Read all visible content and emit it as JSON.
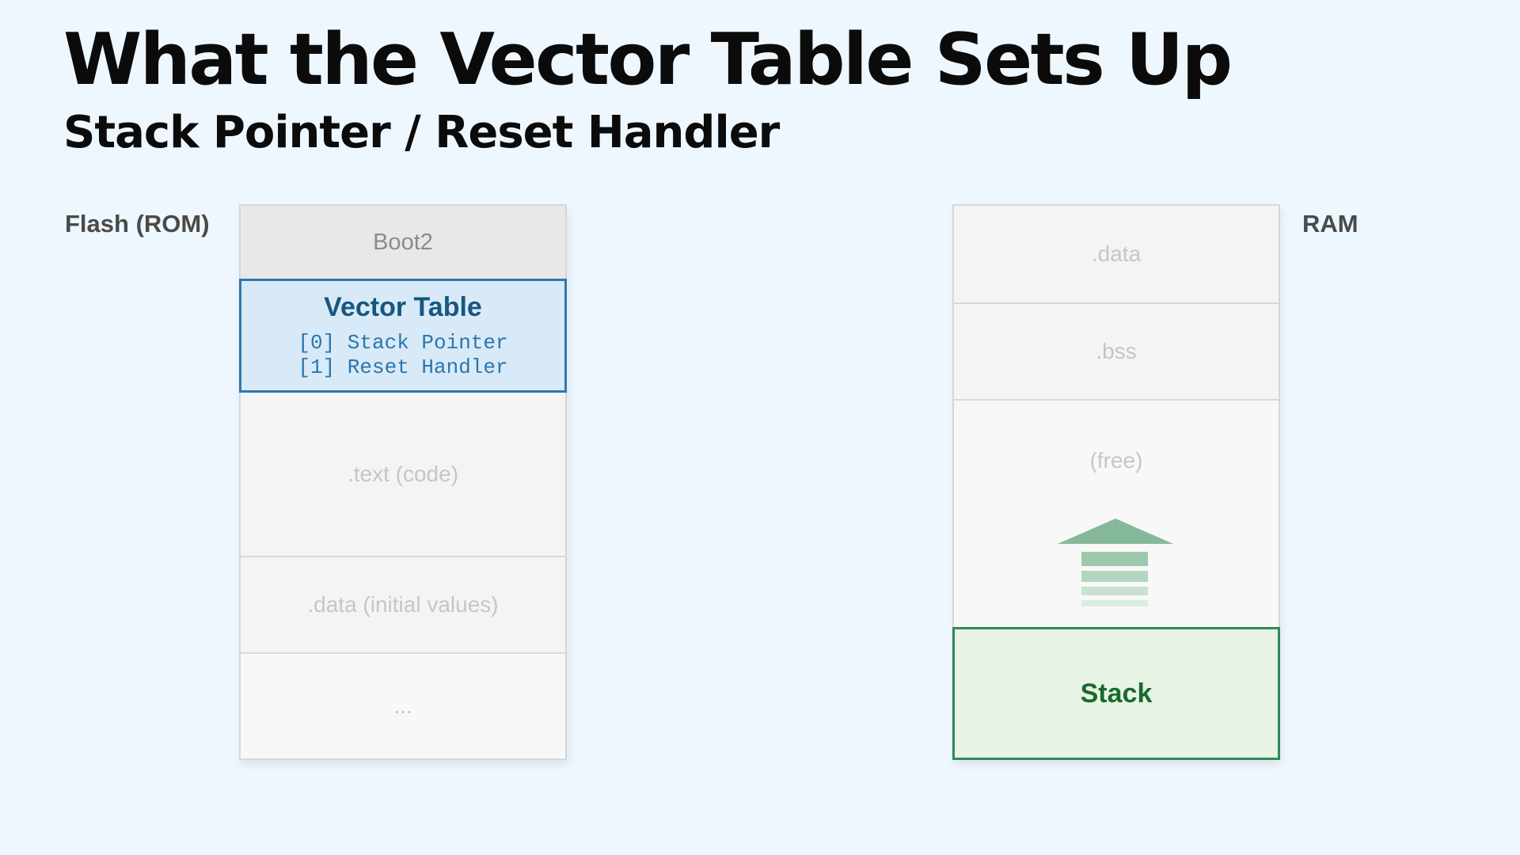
{
  "header": {
    "title": "What the Vector Table Sets Up",
    "subtitle": "Stack Pointer / Reset Handler"
  },
  "flash": {
    "label": "Flash (ROM)",
    "regions": {
      "boot2": "Boot2",
      "vector_table": {
        "title": "Vector Table",
        "entries": [
          "[0] Stack Pointer",
          "[1] Reset Handler"
        ]
      },
      "text": ".text (code)",
      "data_initial": ".data (initial values)",
      "more": "..."
    }
  },
  "ram": {
    "label": "RAM",
    "regions": {
      "data": ".data",
      "bss": ".bss",
      "free": "(free)",
      "stack": "Stack"
    }
  },
  "colors": {
    "background": "#eff7fe",
    "vector_fill": "#d8e9f7",
    "vector_border": "#2e78ad",
    "stack_fill": "#e7f4e6",
    "stack_border": "#2f8a55",
    "arrow": "#86b99a"
  },
  "icons": {
    "stack_growth": "up-arrow-icon"
  }
}
